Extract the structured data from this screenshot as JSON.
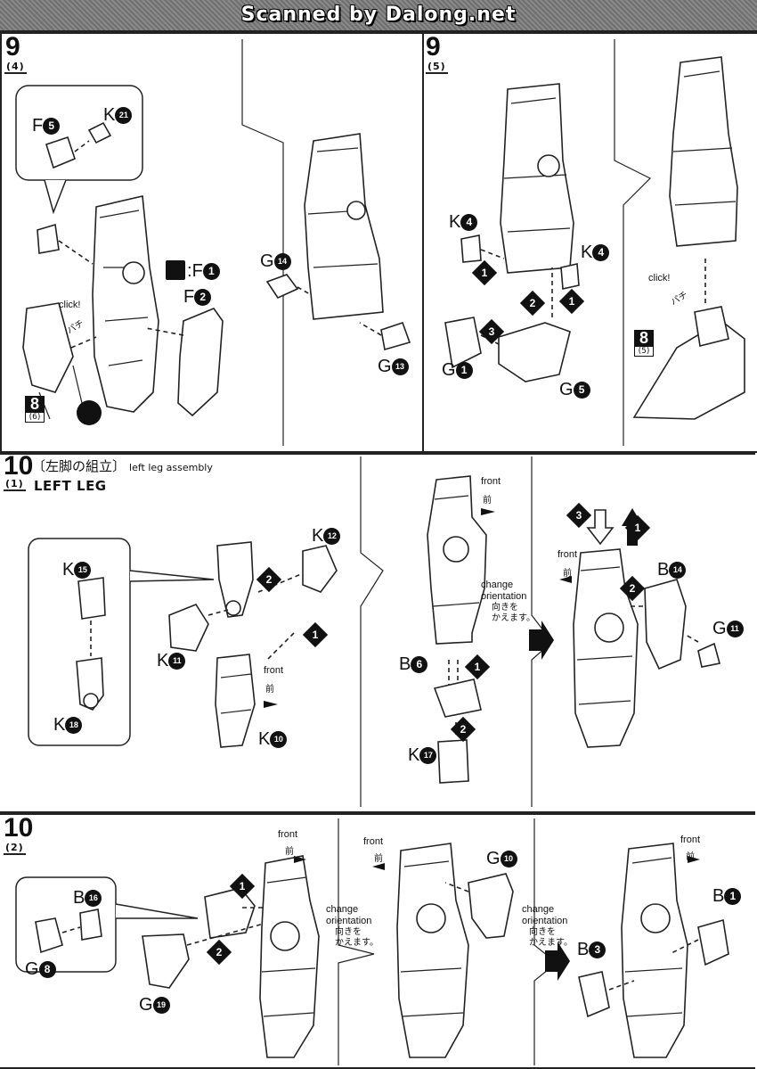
{
  "header": {
    "banner": "Scanned by Dalong.net"
  },
  "step9a": {
    "num": "9",
    "sub": "(4)",
    "labels": {
      "f5": "F",
      "k21": "K",
      "f1": "F",
      "f2": "F",
      "click": "click!",
      "patchi": "パチ",
      "ref": "8",
      "refsub": "(6)"
    },
    "circles": {
      "f5": "5",
      "k21": "21",
      "f1": "1",
      "f2": "2"
    }
  },
  "step9b": {
    "num": "9",
    "sub": "(5)",
    "labels": {
      "g14": "G",
      "g13": "G",
      "k4a": "K",
      "k4b": "K",
      "g1": "G",
      "g5": "G",
      "click": "click!",
      "patchi": "パチ",
      "ref": "8",
      "refsub": "(5)"
    },
    "circles": {
      "g14": "14",
      "g13": "13",
      "k4a": "4",
      "k4b": "4",
      "g1": "1",
      "g5": "5"
    }
  },
  "step10a": {
    "num": "10",
    "sub": "(1)",
    "title_jp": "〔左脚の組立〕",
    "title_en": "left leg assembly",
    "title_big": "LEFT LEG",
    "labels": {
      "k15": "K",
      "k18": "K",
      "k11": "K",
      "k12": "K",
      "k10": "K",
      "b6": "B",
      "k17": "K",
      "b14": "B",
      "g11": "G",
      "front": "front",
      "front_jp": "前",
      "change": "change",
      "orientation": "orientation",
      "change_jp1": "向きを",
      "change_jp2": "かえます。"
    },
    "circles": {
      "k15": "15",
      "k18": "18",
      "k11": "11",
      "k12": "12",
      "k10": "10",
      "b6": "6",
      "k17": "17",
      "b14": "14",
      "g11": "11"
    }
  },
  "step10b": {
    "num": "10",
    "sub": "(2)",
    "labels": {
      "b16": "B",
      "g8": "G",
      "g19": "G",
      "g10": "G",
      "b1": "B",
      "b3": "B",
      "front": "front",
      "front_jp": "前",
      "change": "change",
      "orientation": "orientation",
      "change_jp1": "向きを",
      "change_jp2": "かえます。"
    },
    "circles": {
      "b16": "16",
      "g8": "8",
      "g19": "19",
      "g10": "10",
      "b1": "1",
      "b3": "3"
    }
  },
  "order": {
    "one": "1",
    "two": "2",
    "three": "3"
  }
}
